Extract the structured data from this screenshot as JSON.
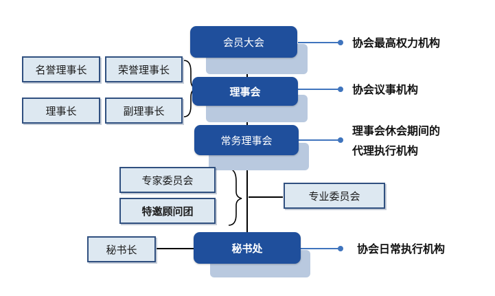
{
  "nodes": {
    "general_assembly": "会员大会",
    "council": "理事会",
    "standing_council": "常务理事会",
    "secretariat": "秘书处"
  },
  "council_roles": {
    "nominal_chairman": "名誉理事长",
    "honorary_chairman": "荣誉理事长",
    "chairman": "理事长",
    "vice_chairman": "副理事长"
  },
  "advisory": {
    "expert_committee": "专家委员会",
    "special_advisors": "特邀顾问团",
    "professional_committee": "专业委员会"
  },
  "secretary_general": "秘书长",
  "notes": {
    "assembly": "协会最高权力机构",
    "council": "协会议事机构",
    "standing_line1": "理事会休会期间的",
    "standing_line2": "代理执行机构",
    "secretariat": "协会日常执行机构"
  },
  "colors": {
    "main_box": "#1f4f9c",
    "main_shadow": "#b9c9df",
    "side_box_fill": "#dde8f1",
    "side_box_border": "#2f4f7f",
    "connector": "#3f74bd"
  }
}
